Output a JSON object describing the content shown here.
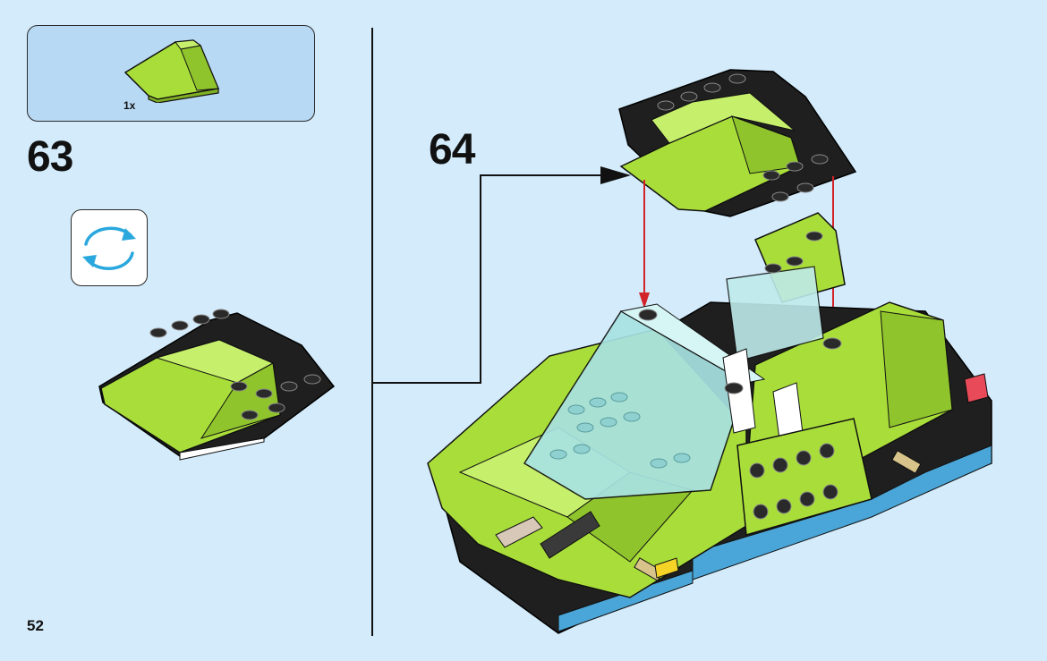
{
  "page": {
    "number": "52"
  },
  "step_63": {
    "number": "63",
    "parts": [
      {
        "quantity": "1x",
        "part": "lime-curved-slope-piece"
      }
    ],
    "rotate_icon": "rotate-model-icon"
  },
  "step_64": {
    "number": "64"
  },
  "colors": {
    "background": "#d3ebfa",
    "parts_box": "#b8d9f3",
    "lime": "#a9de3a",
    "black": "#1f1f1f",
    "trans_blue": "#a8e2e2",
    "arrow_red": "#d2232a",
    "rotate_arrow": "#2aa8de"
  }
}
